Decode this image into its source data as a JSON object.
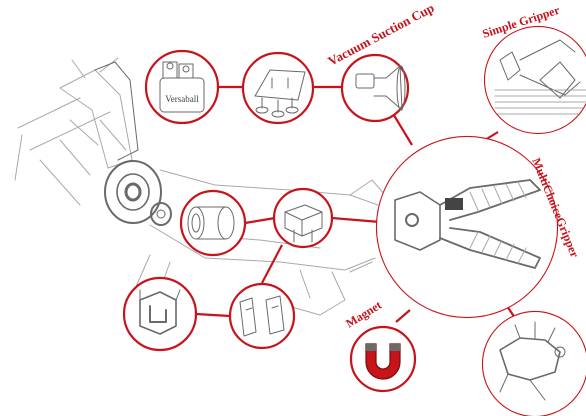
{
  "diagram": {
    "accent_color": "#c8131b",
    "sketch_color": "#6a6a6a",
    "labels": {
      "vacuum": "Vacuum Suction Cup",
      "simple": "Simple Gripper",
      "multi": "MultiChoiceGripper",
      "magnet": "Magnet",
      "versaball": "Versaball"
    },
    "nodes": [
      {
        "id": "versaball",
        "icon": "versaball-jar-icon"
      },
      {
        "id": "suction-cups-multi",
        "icon": "suction-cups-icon"
      },
      {
        "id": "vacuum-suction-cup",
        "icon": "suction-cup-icon"
      },
      {
        "id": "simple-gripper",
        "icon": "simple-gripper-icon"
      },
      {
        "id": "multichoice-gripper",
        "icon": "multichoice-gripper-icon"
      },
      {
        "id": "tube-adapter",
        "icon": "tube-adapter-icon"
      },
      {
        "id": "bracket-adapter",
        "icon": "bracket-adapter-icon"
      },
      {
        "id": "clip-part",
        "icon": "clip-part-icon"
      },
      {
        "id": "clamp-parts",
        "icon": "clamp-parts-icon"
      },
      {
        "id": "magnet",
        "icon": "magnet-icon"
      },
      {
        "id": "hand-gripper",
        "icon": "hand-gripper-icon"
      }
    ]
  }
}
